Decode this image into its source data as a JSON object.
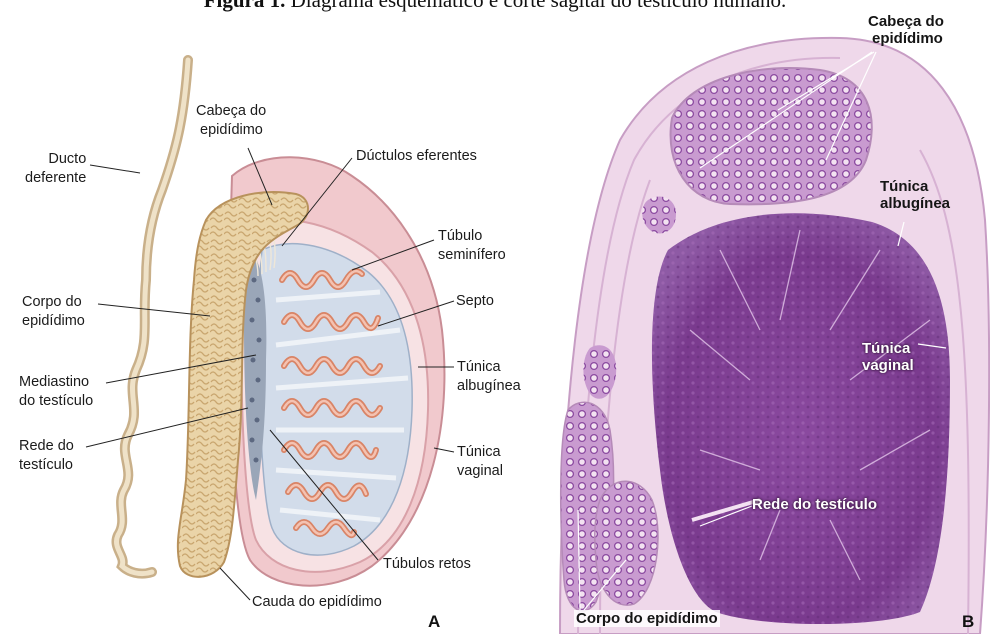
{
  "figure": {
    "title_bold": "Figura 1.",
    "title_text": "Diagrama esquemático e corte sagital do testículo humano."
  },
  "panel_a": {
    "letter": "A",
    "labels": {
      "ducto_deferente_1": "Ducto",
      "ducto_deferente_2": "deferente",
      "cabeca_1": "Cabeça do",
      "cabeca_2": "epidídimo",
      "ductulos": "Dúctulos eferentes",
      "tubulo_1": "Túbulo",
      "tubulo_2": "seminífero",
      "corpo_1": "Corpo do",
      "corpo_2": "epidídimo",
      "septo": "Septo",
      "mediastino_1": "Mediastino",
      "mediastino_2": "do testículo",
      "albuginea_1": "Túnica",
      "albuginea_2": "albugínea",
      "rede_1": "Rede do",
      "rede_2": "testículo",
      "vaginal_1": "Túnica",
      "vaginal_2": "vaginal",
      "tubulos_retos": "Túbulos retos",
      "cauda": "Cauda do epidídimo"
    }
  },
  "panel_b": {
    "letter": "B",
    "labels": {
      "cabeca_1": "Cabeça do",
      "cabeca_2": "epidídimo",
      "albuginea_1": "Túnica",
      "albuginea_2": "albugínea",
      "vaginal_1": "Túnica",
      "vaginal_2": "vaginal",
      "rede": "Rede do testículo",
      "corpo": "Corpo do epidídimo"
    }
  },
  "colors": {
    "epididymis": "#e9d3a6",
    "tunica_vaginal": "#f0c4c9",
    "testis_interior": "#cfd9e6",
    "tubule": "#e8a38d",
    "stain_dark": "#7a3d8f",
    "stain_light": "#e9c9e3"
  }
}
